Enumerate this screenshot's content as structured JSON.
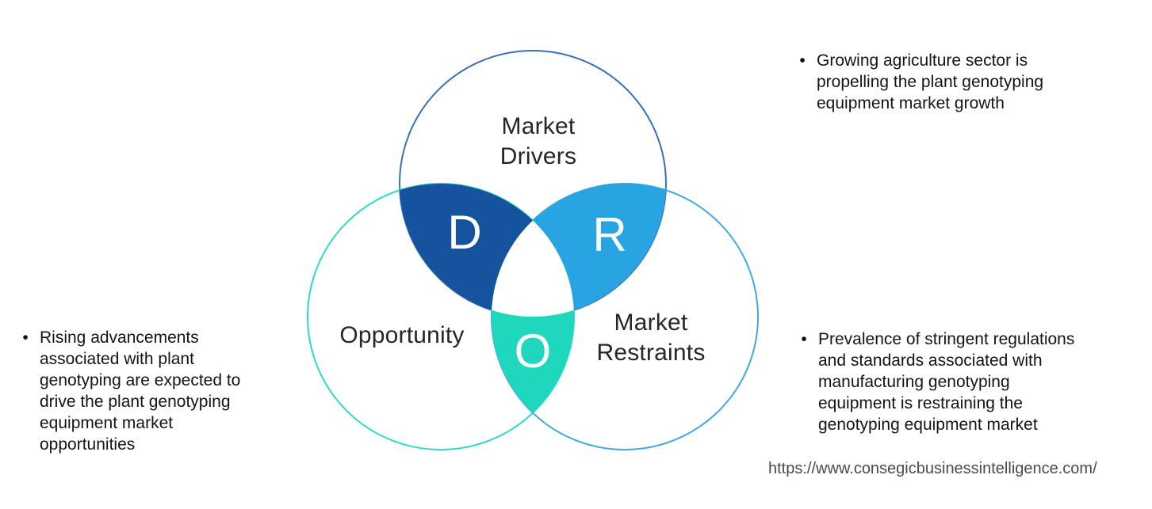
{
  "venn": {
    "circles": [
      {
        "id": "drivers",
        "label_lines": [
          "Market",
          "Drivers"
        ],
        "stroke": "#3a6fb7"
      },
      {
        "id": "opportunity",
        "label_lines": [
          "Opportunity"
        ],
        "stroke": "#2bdbc6"
      },
      {
        "id": "restraints",
        "label_lines": [
          "Market",
          "Restraints"
        ],
        "stroke": "#41a9e2"
      }
    ],
    "regions": [
      {
        "letter": "D",
        "fill": "#15539e"
      },
      {
        "letter": "R",
        "fill": "#29a4e2"
      },
      {
        "letter": "O",
        "fill": "#1fd7bd"
      }
    ],
    "center_fill": "#ffffff"
  },
  "annotations": {
    "drivers": {
      "bullet": "•",
      "lines": [
        "Growing agriculture sector is",
        "propelling the plant genotyping",
        "equipment market growth"
      ]
    },
    "opportunity": {
      "bullet": "•",
      "lines": [
        "Rising advancements",
        "associated with plant",
        "genotyping are expected to",
        "drive the plant genotyping",
        "equipment market",
        "opportunities"
      ]
    },
    "restraints": {
      "bullet": "•",
      "lines": [
        "Prevalence of stringent regulations",
        "and standards associated with",
        "manufacturing genotyping",
        "equipment is restraining the",
        "genotyping equipment market"
      ]
    }
  },
  "footer": {
    "url": "https://www.consegicbusinessintelligence.com/"
  }
}
